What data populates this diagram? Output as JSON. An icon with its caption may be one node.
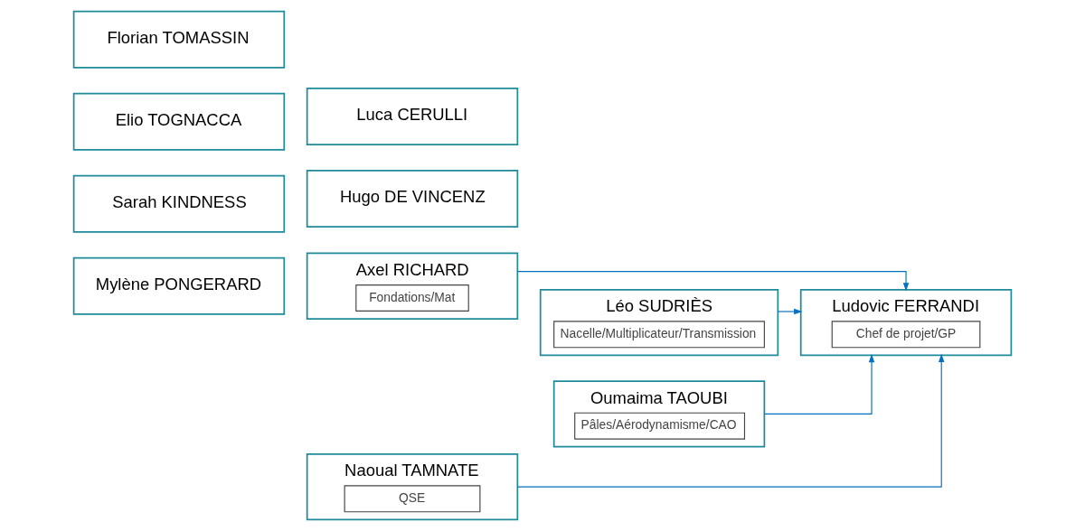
{
  "diagram": {
    "nodes": [
      {
        "text": [
          "Ludovic FERRANDI",
          "Chef de projet/GP"
        ]
      },
      {
        "text": [
          "Mylène PONGERARD"
        ]
      },
      {
        "text": [
          "Axel RICHARD",
          "Fondations/Mat"
        ]
      },
      {
        "text": [
          "Sarah KINDNESS"
        ]
      },
      {
        "text": [
          "Hugo DE VINCENZ"
        ]
      },
      {
        "text": [
          "Léo SUDRIÈS",
          "Nacelle/Multiplicateur/Transmission"
        ]
      },
      {
        "text": [
          "Elio TOGNACCA"
        ]
      },
      {
        "text": [
          "Luca CERULLI"
        ]
      },
      {
        "text": [
          "Oumaima TAOUBI",
          "Pâles/Aérodynamisme/CAO"
        ]
      },
      {
        "text": [
          "Florian TOMASSIN"
        ]
      },
      {
        "text": [
          "Naoual TAMNATE",
          "QSE"
        ]
      }
    ],
    "edges": [
      {
        "from": 2,
        "to": 0,
        "arrow": "to"
      },
      {
        "from": 5,
        "to": 0,
        "arrow": "to"
      },
      {
        "from": 8,
        "to": 0,
        "arrow": "to"
      },
      {
        "from": 10,
        "to": 0,
        "arrow": "to"
      }
    ]
  }
}
